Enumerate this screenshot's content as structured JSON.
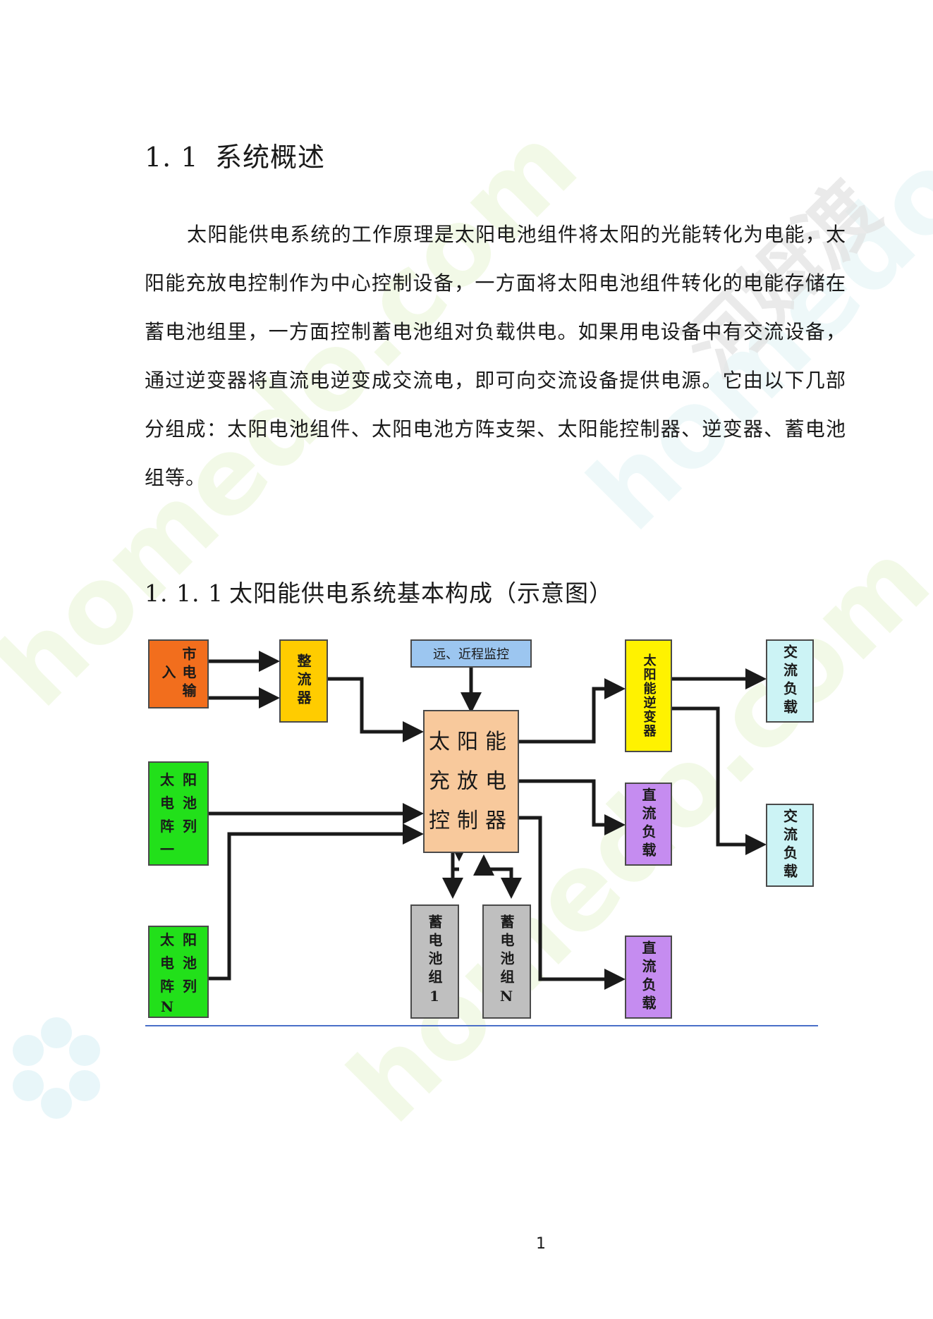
{
  "section": {
    "number": "1. 1",
    "title": "系统概述"
  },
  "paragraph": "太阳能供电系统的工作原理是太阳电池组件将太阳的光能转化为电能，太阳能充放电控制作为中心控制设备，一方面将太阳电池组件转化的电能存储在蓄电池组里，一方面控制蓄电池组对负载供电。如果用电设备中有交流设备，通过逆变器将直流电逆变成交流电，即可向交流设备提供电源。它由以下几部分组成：太阳电池组件、太阳电池方阵支架、太阳能控制器、逆变器、蓄电池组等。",
  "subsection": {
    "number": "1. 1. 1",
    "title": "太阳能供电系统基本构成（示意图）"
  },
  "diagram": {
    "mains_input": "市电输入",
    "rectifier": "整流器",
    "remote_monitor": "远、近程监控",
    "controller": [
      "太阳能",
      "充放电",
      "控制器"
    ],
    "solar_array_1": [
      "太",
      "阳",
      "电",
      "池",
      "阵",
      "列",
      "一",
      ""
    ],
    "solar_array_n": [
      "太",
      "阳",
      "电",
      "池",
      "阵",
      "列",
      "N",
      ""
    ],
    "battery_1": "蓄电池组1",
    "battery_n": "蓄电池组N",
    "inverter": "太阳能逆变器",
    "ac_load_1": "交流负载",
    "ac_load_2": "交流负载",
    "dc_load_1": "直流负载",
    "dc_load_2": "直流负载",
    "colors": {
      "orange": "#F26E1D",
      "yellow": "#FFCC00",
      "bright_yellow": "#FFF200",
      "green": "#22E01A",
      "peach": "#F8C99C",
      "blue": "#9CC6F0",
      "gray": "#BFBFBF",
      "purple": "#C58CF0",
      "cyan": "#CCF3F5"
    }
  },
  "watermark": {
    "text1": "homedo.com",
    "text2": "河姆渡"
  },
  "page_number": "1"
}
